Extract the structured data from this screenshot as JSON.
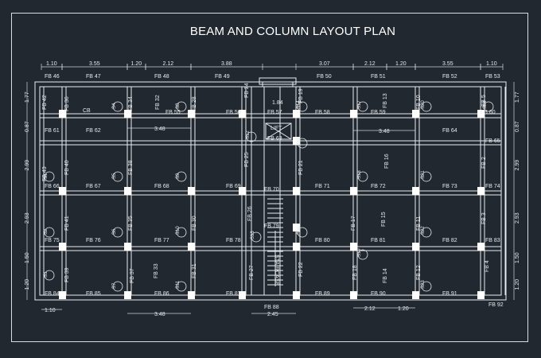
{
  "title": "BEAM AND COLUMN LAYOUT PLAN",
  "colors": {
    "background": "#212830",
    "lines": "#e8ecef"
  },
  "top_dims": [
    "1.10",
    "3.55",
    "1.20",
    "2.12",
    "3.88",
    "3.07",
    "2.12",
    "1.20",
    "3.55",
    "1.10"
  ],
  "bottom_dims": [
    "1.10",
    "3.48",
    "2.45",
    "2.12",
    "1.20"
  ],
  "left_dims": [
    "1.77",
    "0.87",
    "2.99",
    "2.93",
    "1.50",
    "1.20"
  ],
  "right_dims": [
    "1.77",
    "0.87",
    "2.99",
    "2.93",
    "1.50",
    "1.20"
  ],
  "inner_dims": [
    "1.84",
    "3.48",
    "3.48"
  ],
  "beams_h": [
    "FB 46",
    "FB 47",
    "FB 48",
    "FB 49",
    "FB 50",
    "FB 51",
    "FB 52",
    "FB 53",
    "FB 55",
    "FB 56",
    "FB 57",
    "FB 58",
    "FB 59",
    "FB 60",
    "FB 61",
    "FB 62",
    "FB 63",
    "FB 64",
    "FB 65",
    "FB 66",
    "FB 67",
    "FB 68",
    "FB 69",
    "FB 70",
    "FB 71",
    "FB 72",
    "FB 73",
    "FB 74",
    "FB 75",
    "FB 76",
    "FB 77",
    "FB 78",
    "FB 79",
    "FB 80",
    "FB 81",
    "FB 82",
    "FB 83",
    "FB 84",
    "FB 85",
    "FB 86",
    "FB 87",
    "FB 88",
    "FB 89",
    "FB 90",
    "FB 91",
    "FB 92"
  ],
  "beams_v": [
    "FB 42",
    "FB 43",
    "FB 40",
    "FB 41",
    "FB 36",
    "FB 39",
    "FB 38",
    "FB 34",
    "FB 35",
    "FB 32",
    "FB 33",
    "FB 28",
    "FB 30",
    "FB 31",
    "FB 24",
    "FB 25",
    "FB 26",
    "FB 27",
    "FB 19",
    "FB 21",
    "FB 17",
    "FB 22",
    "FB 13",
    "FB 15",
    "FB 16",
    "FB 18",
    "FB 10",
    "FB 11",
    "FB 12",
    "FB 5",
    "FB 2",
    "FB 3",
    "FB 4",
    "FB 37",
    "FB 14"
  ],
  "slabs": [
    "S1",
    "S2",
    "S3",
    "S4",
    "S5",
    "S6",
    "S7",
    "S8",
    "S9",
    "S10",
    "S11",
    "S12",
    "S13",
    "S14",
    "S15",
    "S16",
    "S17",
    "S18",
    "S19",
    "S20",
    "S21",
    "S22",
    "S23",
    "S24"
  ],
  "labels": {
    "cb": "CB",
    "lift": "LIFT",
    "staircase": "STAIRCASE"
  }
}
